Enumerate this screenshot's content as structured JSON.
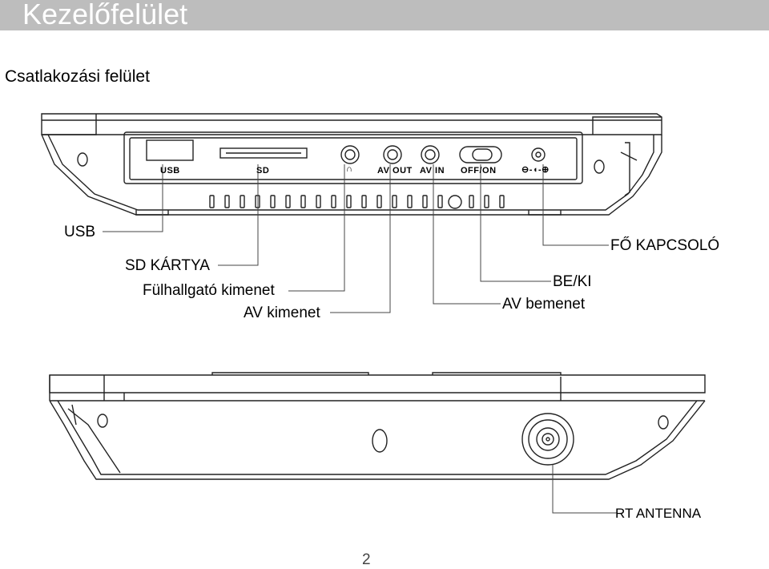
{
  "header": {
    "title": "Kezelőfelület"
  },
  "subtitle": "Csatlakozási felület",
  "panel_labels": {
    "usb": "USB",
    "sd": "SD",
    "headphone": "∩",
    "av_out": "AV OUT",
    "av_in": "AV IN",
    "off_on": "OFF/ON",
    "dc": "⊖-◖-⊕"
  },
  "callouts": {
    "usb": "USB",
    "sd_card": "SD KÁRTYA",
    "headphone_out": "Fülhallgató kimenet",
    "av_out": "AV kimenet",
    "power_main": "FŐ KAPCSOLÓ",
    "on_off": "BE/KI",
    "av_in": "AV bemenet",
    "rf_antenna": "RT ANTENNA"
  },
  "page_number": "2"
}
